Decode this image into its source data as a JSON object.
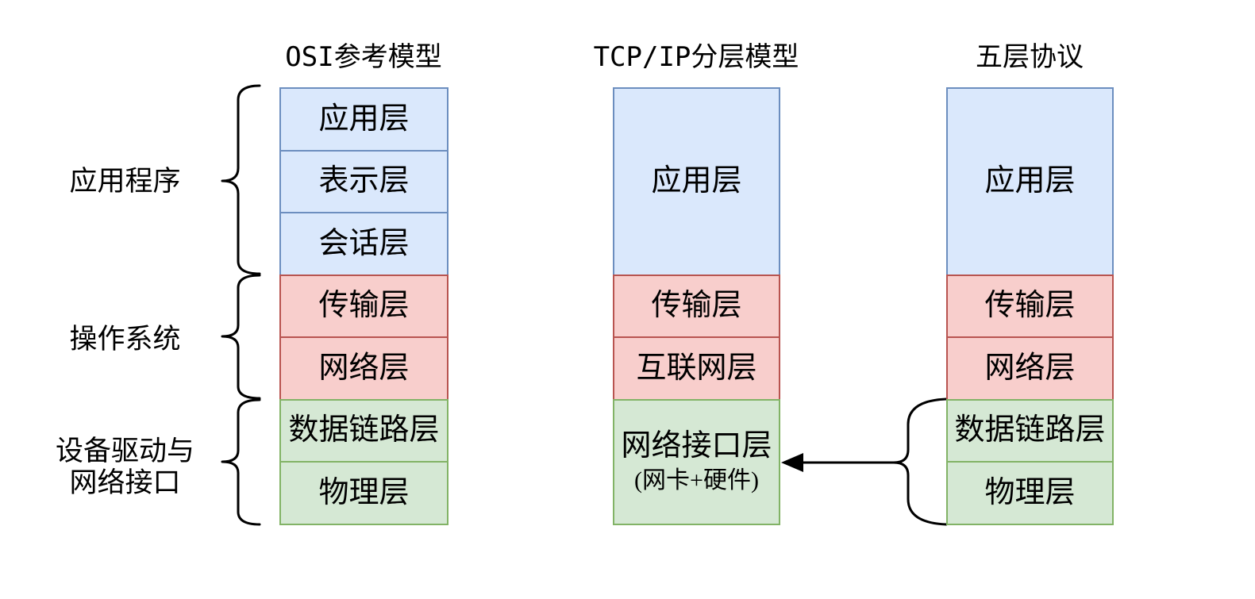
{
  "colors": {
    "blue_fill": "#dae8fc",
    "blue_stroke": "#6c8ebf",
    "red_fill": "#f8cecc",
    "red_stroke": "#b85450",
    "green_fill": "#d5e8d4",
    "green_stroke": "#82b366",
    "line": "#000000",
    "background": "#ffffff"
  },
  "side_labels": [
    {
      "lines": [
        "应用程序"
      ]
    },
    {
      "lines": [
        "操作系统"
      ]
    },
    {
      "lines": [
        "设备驱动与",
        "网络接口"
      ]
    }
  ],
  "columns": [
    {
      "title": "OSI参考模型",
      "layers": [
        {
          "label": "应用层",
          "color": "blue"
        },
        {
          "label": "表示层",
          "color": "blue"
        },
        {
          "label": "会话层",
          "color": "blue"
        },
        {
          "label": "传输层",
          "color": "red"
        },
        {
          "label": "网络层",
          "color": "red"
        },
        {
          "label": "数据链路层",
          "color": "green"
        },
        {
          "label": "物理层",
          "color": "green"
        }
      ]
    },
    {
      "title": "TCP/IP分层模型",
      "layers": [
        {
          "label": "应用层",
          "color": "blue"
        },
        {
          "label": "传输层",
          "color": "red"
        },
        {
          "label": "互联网层",
          "color": "red"
        },
        {
          "label": "网络接口层",
          "sublabel": "(网卡+硬件)",
          "color": "green"
        }
      ]
    },
    {
      "title": "五层协议",
      "layers": [
        {
          "label": "应用层",
          "color": "blue"
        },
        {
          "label": "传输层",
          "color": "red"
        },
        {
          "label": "网络层",
          "color": "red"
        },
        {
          "label": "数据链路层",
          "color": "green"
        },
        {
          "label": "物理层",
          "color": "green"
        }
      ]
    }
  ],
  "icons": {
    "arrow": "left-arrow",
    "left_braces": [
      "applications-brace",
      "operating-system-brace",
      "device-driver-brace"
    ],
    "right_brace": "bottom-two-layers-brace"
  }
}
